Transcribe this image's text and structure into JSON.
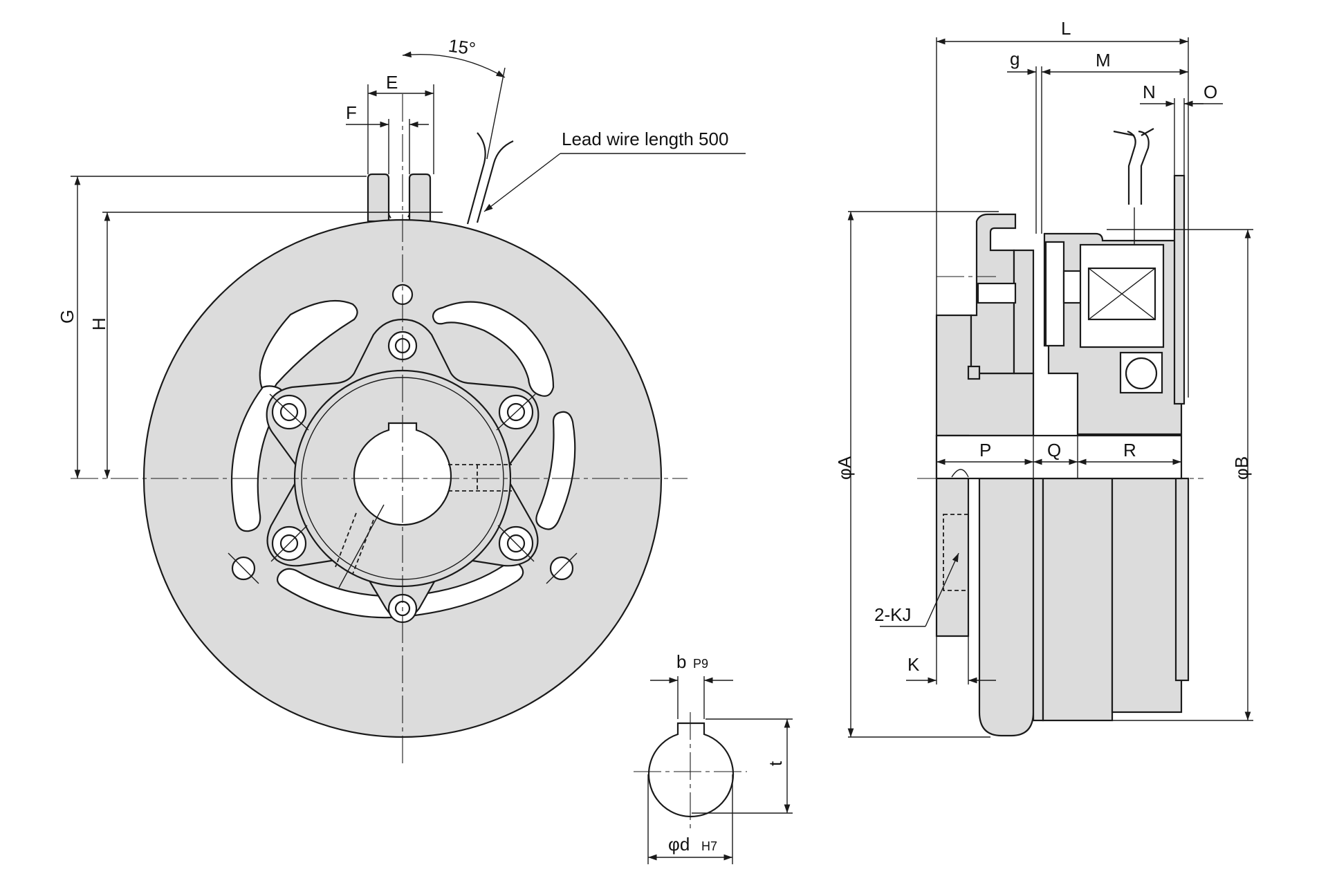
{
  "labels": {
    "angle": "15°",
    "E": "E",
    "F": "F",
    "G": "G",
    "H": "H",
    "lead_wire": "Lead wire length 500",
    "L": "L",
    "g": "g",
    "M": "M",
    "N": "N",
    "O": "O",
    "phiA": "φA",
    "phiB": "φB",
    "P": "P",
    "Q": "Q",
    "R": "R",
    "KJ": "2-KJ",
    "K": "K",
    "b": "b",
    "P9": "P9",
    "t": "t",
    "phid": "φd",
    "H7": "H7"
  },
  "colors": {
    "body_fill": "#dcdcdc",
    "line": "#1a1a1a",
    "background": "#ffffff"
  }
}
